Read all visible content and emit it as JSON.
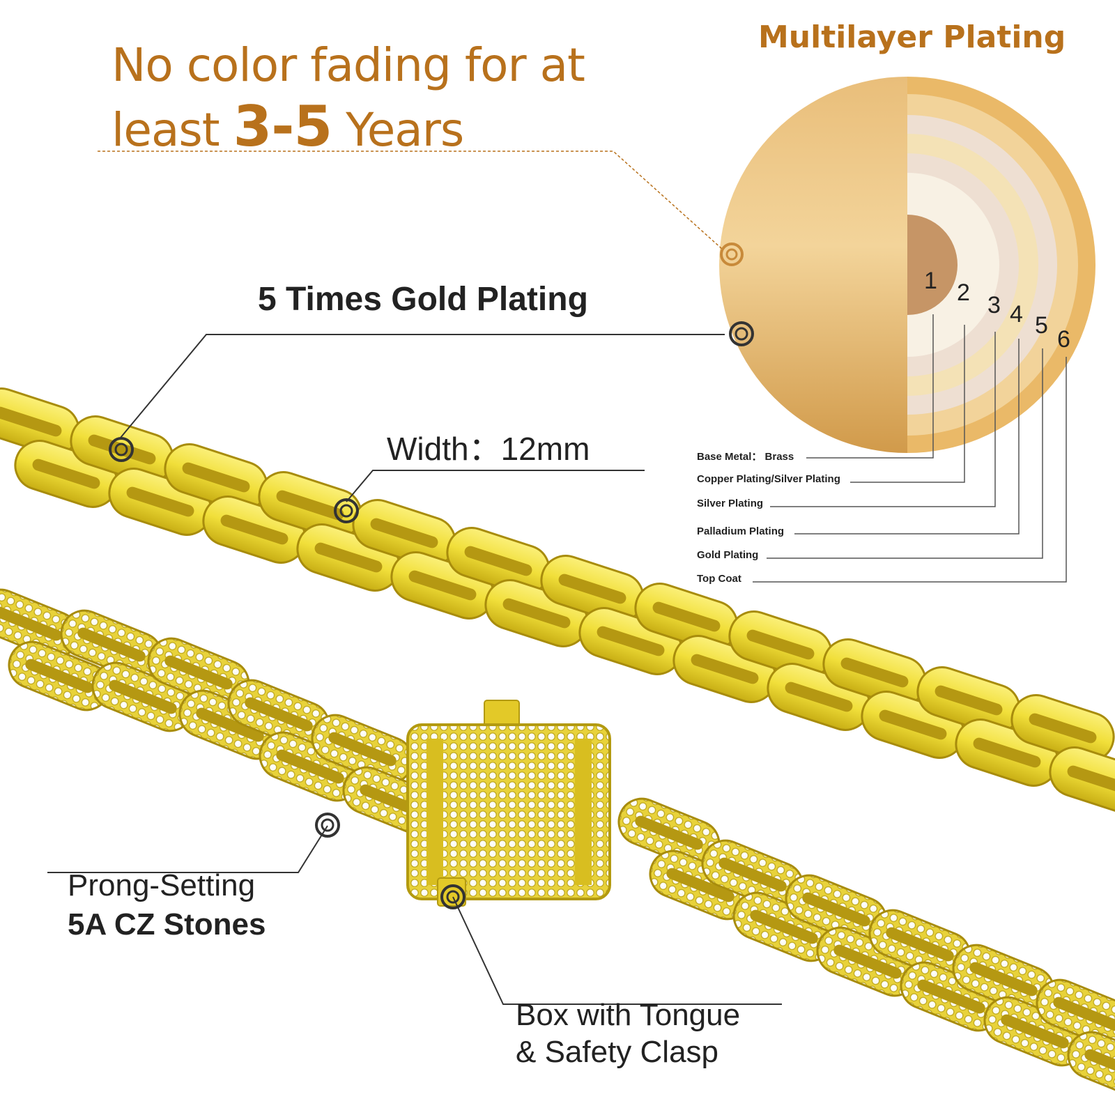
{
  "headline": {
    "line1": "No color fading for at",
    "line2_prefix": "least ",
    "line2_big": "3-5",
    "line2_suffix": " Years"
  },
  "multilayer_title": "Multilayer Plating",
  "gold_plating_title": "5 Times Gold Plating",
  "width_label": "Width：12mm",
  "prong": {
    "line1": "Prong-Setting",
    "line2": "5A CZ Stones"
  },
  "clasp": {
    "line1": "Box with Tongue",
    "line2": "& Safety Clasp"
  },
  "layers": [
    {
      "number": "1",
      "label": "Base Metal： Brass"
    },
    {
      "number": "2",
      "label": "Copper Plating/Silver Plating"
    },
    {
      "number": "3",
      "label": "Silver Plating"
    },
    {
      "number": "4",
      "label": "Palladium Plating"
    },
    {
      "number": "5",
      "label": "Gold Plating"
    },
    {
      "number": "6",
      "label": "Top Coat"
    }
  ],
  "colors": {
    "accent": "#b8711c",
    "gold": "#e6cf2a",
    "gold_dark": "#b39a10",
    "text": "#222222"
  }
}
